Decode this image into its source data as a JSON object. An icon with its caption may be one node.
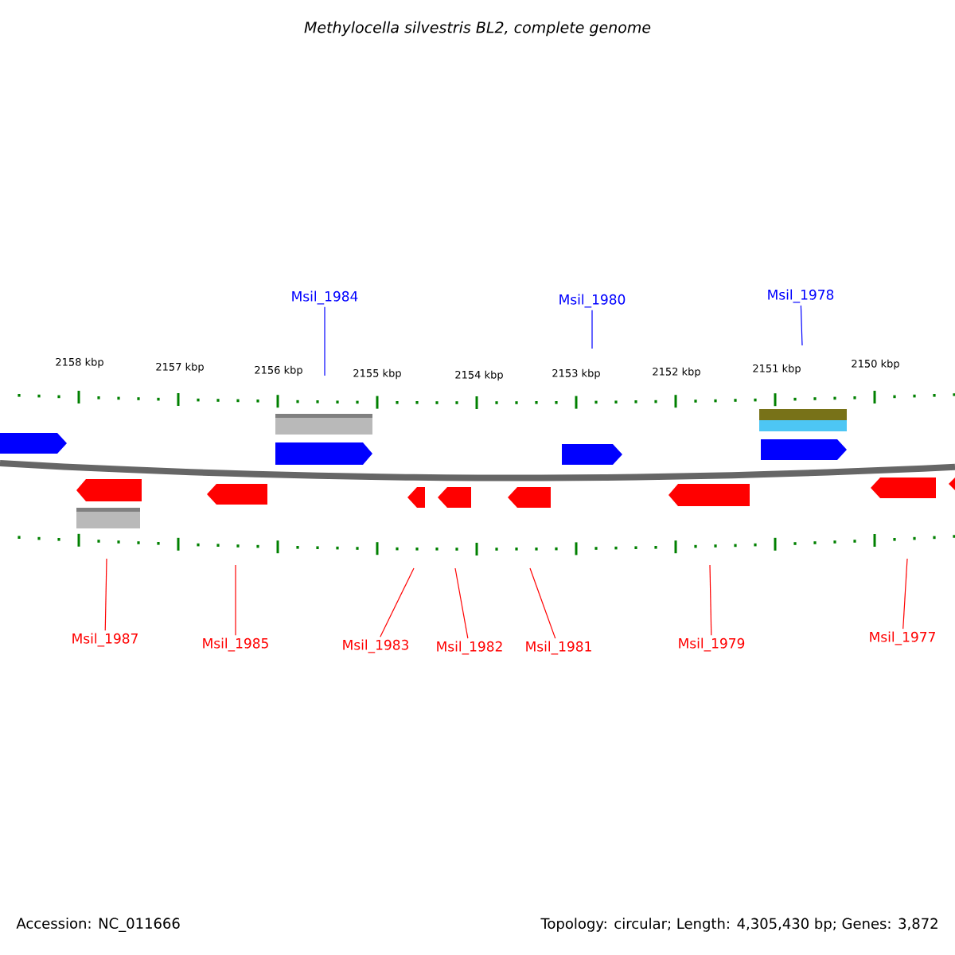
{
  "diagram": {
    "title": "Methylocella silvestris BL2, complete genome",
    "nodes": [
      {
        "text": [
          "Msil_1984"
        ]
      },
      {
        "text": [
          "Msil_1980"
        ]
      },
      {
        "text": [
          "Msil_1978"
        ]
      },
      {
        "text": [
          "Msil_1987"
        ]
      },
      {
        "text": [
          "Msil_1985"
        ]
      },
      {
        "text": [
          "Msil_1983"
        ]
      },
      {
        "text": [
          "Msil_1982"
        ]
      },
      {
        "text": [
          "Msil_1981"
        ]
      },
      {
        "text": [
          "Msil_1979"
        ]
      },
      {
        "text": [
          "Msil_1977"
        ]
      }
    ],
    "edges": [
      {
        "from": 0,
        "to": null,
        "arrow": "none",
        "color": "#0000ff"
      },
      {
        "from": 1,
        "to": null,
        "arrow": "none",
        "color": "#0000ff"
      },
      {
        "from": 2,
        "to": null,
        "arrow": "none",
        "color": "#0000ff"
      },
      {
        "from": 3,
        "to": null,
        "arrow": "none"
      },
      {
        "from": 4,
        "to": null,
        "arrow": "none"
      },
      {
        "from": 5,
        "to": null,
        "arrow": "none"
      },
      {
        "from": 6,
        "to": null,
        "arrow": "none"
      },
      {
        "from": 7,
        "to": null,
        "arrow": "none"
      },
      {
        "from": 8,
        "to": null,
        "arrow": "none"
      },
      {
        "from": 9,
        "to": null,
        "arrow": "none"
      }
    ],
    "labels": [
      "2158 kbp",
      "2157 kbp",
      "2156 kbp",
      "2155 kbp",
      "2154 kbp",
      "2153 kbp",
      "2152 kbp",
      "2151 kbp",
      "2150 kbp",
      "Accession: NC_011666",
      "Topology: circular; Length: 4,305,430 bp; Genes: 3,872"
    ]
  }
}
